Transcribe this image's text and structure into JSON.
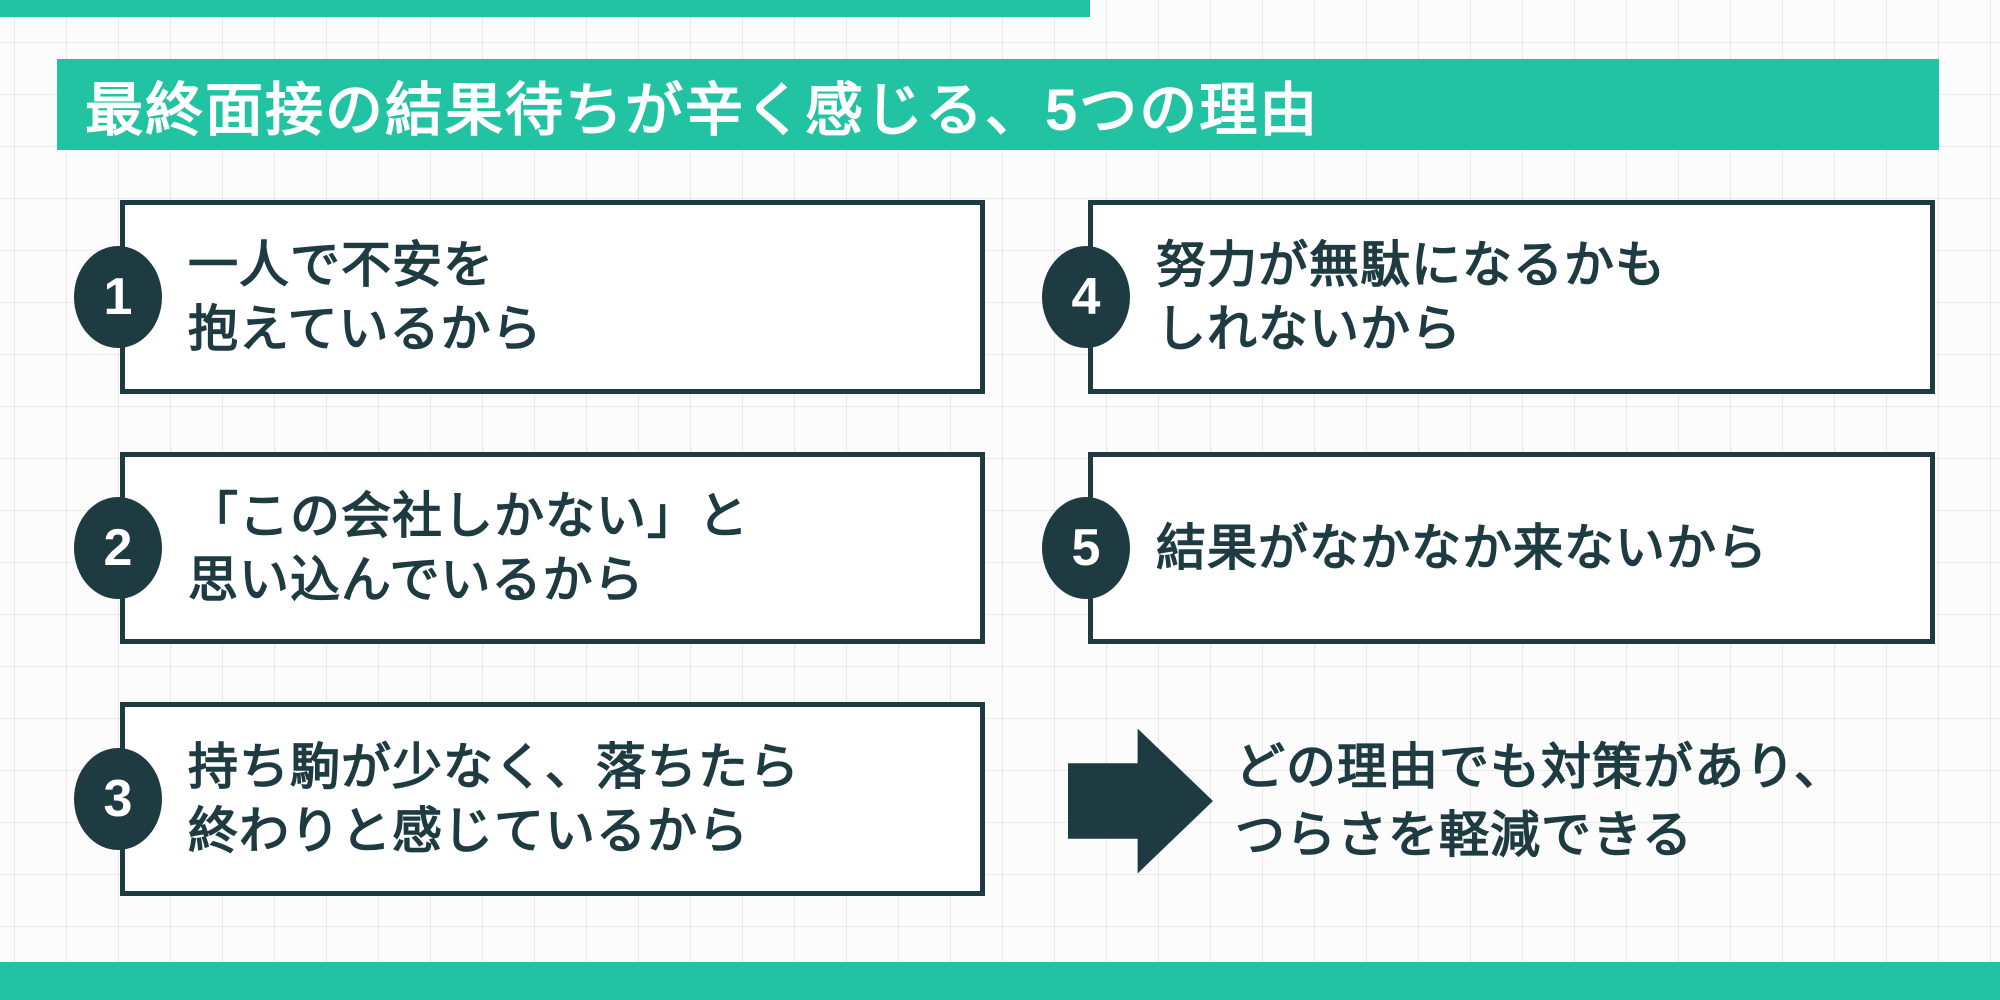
{
  "palette": {
    "accent_teal": "#22c3a2",
    "dark_navy": "#1e3b42",
    "paper": "#fcfcfc"
  },
  "header": {
    "title": "最終面接の結果待ちが辛く感じる、5つの理由"
  },
  "reasons": [
    {
      "number": "1",
      "lines": [
        "一人で不安を",
        "抱えているから"
      ]
    },
    {
      "number": "2",
      "lines": [
        "「この会社しかない」と",
        "思い込んでいるから"
      ]
    },
    {
      "number": "3",
      "lines": [
        "持ち駒が少なく、落ちたら",
        "終わりと感じているから"
      ]
    },
    {
      "number": "4",
      "lines": [
        "努力が無駄になるかも",
        "しれないから"
      ]
    },
    {
      "number": "5",
      "lines": [
        "結果がなかなか来ないから"
      ]
    }
  ],
  "conclusion": {
    "arrow_icon": "right-block-arrow",
    "lines": [
      "どの理由でも対策があり、",
      "つらさを軽減できる"
    ]
  }
}
